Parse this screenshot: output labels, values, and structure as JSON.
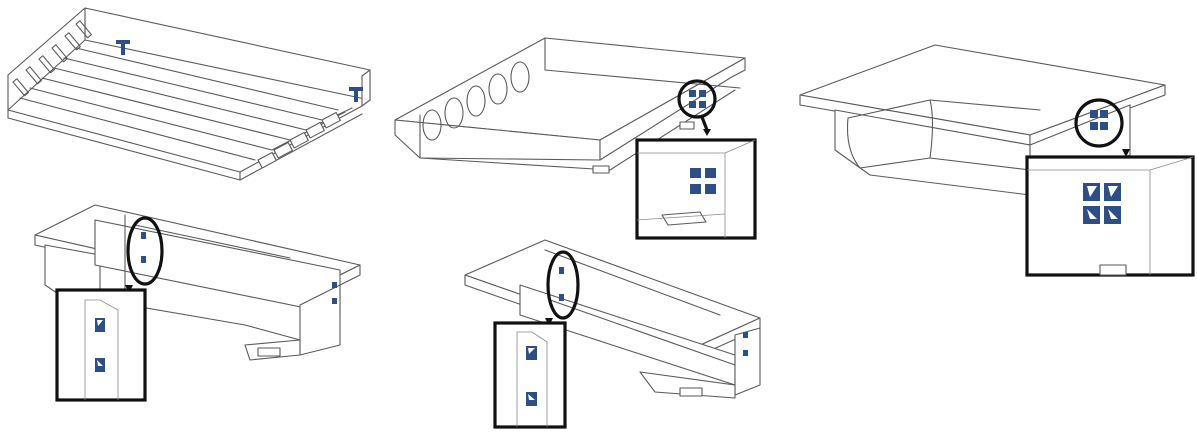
{
  "figure": {
    "panels": [
      {
        "name": "ribbed-slab",
        "connectors": 2,
        "callout": false
      },
      {
        "name": "hollow-core-slab",
        "connectors": 4,
        "callout": true
      },
      {
        "name": "box-girder",
        "connectors": 4,
        "callout": true
      },
      {
        "name": "double-web-beam",
        "connectors": 4,
        "callout": true
      },
      {
        "name": "single-web-beam",
        "connectors": 4,
        "callout": true
      }
    ],
    "colors": {
      "line": "#5a5a5a",
      "callout": "#111111",
      "connector": "#2e4f86",
      "background": "#ffffff"
    }
  }
}
